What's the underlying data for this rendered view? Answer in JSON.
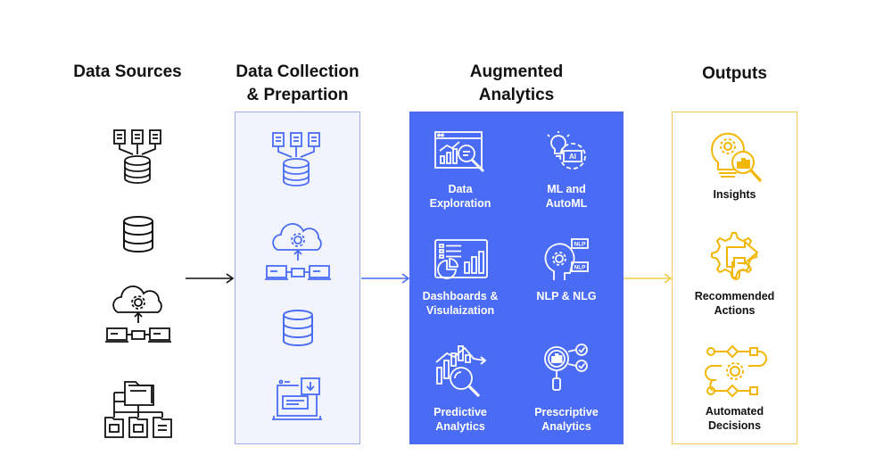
{
  "columns": {
    "sources": {
      "title": "Data Sources"
    },
    "collection": {
      "title_line1": "Data Collection",
      "title_line2": "& Prepartion"
    },
    "augmented": {
      "title_line1": "Augmented",
      "title_line2": "Analytics",
      "items": [
        {
          "line1": "Data",
          "line2": "Exploration"
        },
        {
          "line1": "ML and",
          "line2": "AutoML"
        },
        {
          "line1": "Dashboards &",
          "line2": "Visulaization"
        },
        {
          "line1": "NLP & NLG",
          "line2": ""
        },
        {
          "line1": "Predictive",
          "line2": "Analytics"
        },
        {
          "line1": "Prescriptive",
          "line2": "Analytics"
        }
      ]
    },
    "outputs": {
      "title": "Outputs",
      "items": [
        {
          "line1": "Insights",
          "line2": ""
        },
        {
          "line1": "Recommended",
          "line2": "Actions"
        },
        {
          "line1": "Automated",
          "line2": "Decisions"
        }
      ]
    }
  },
  "icons": {
    "sources": [
      "documents-database-icon",
      "database-icon",
      "cloud-network-icon",
      "folder-hierarchy-icon"
    ],
    "collection": [
      "documents-database-icon",
      "cloud-network-icon",
      "database-icon",
      "laptop-download-icon"
    ],
    "augmented": [
      "data-exploration-icon",
      "ml-ai-icon",
      "dashboard-icon",
      "nlp-head-icon",
      "predictive-chart-icon",
      "prescriptive-icon"
    ],
    "outputs": [
      "insights-bulb-icon",
      "recommended-actions-icon",
      "automated-decisions-icon"
    ]
  },
  "colors": {
    "dark": "#111111",
    "blue_accent": "#4a6cf4",
    "blue_box_border": "#9fb0e8",
    "yellow": "#f2c94c",
    "icon_yellow": "#f2b705"
  }
}
